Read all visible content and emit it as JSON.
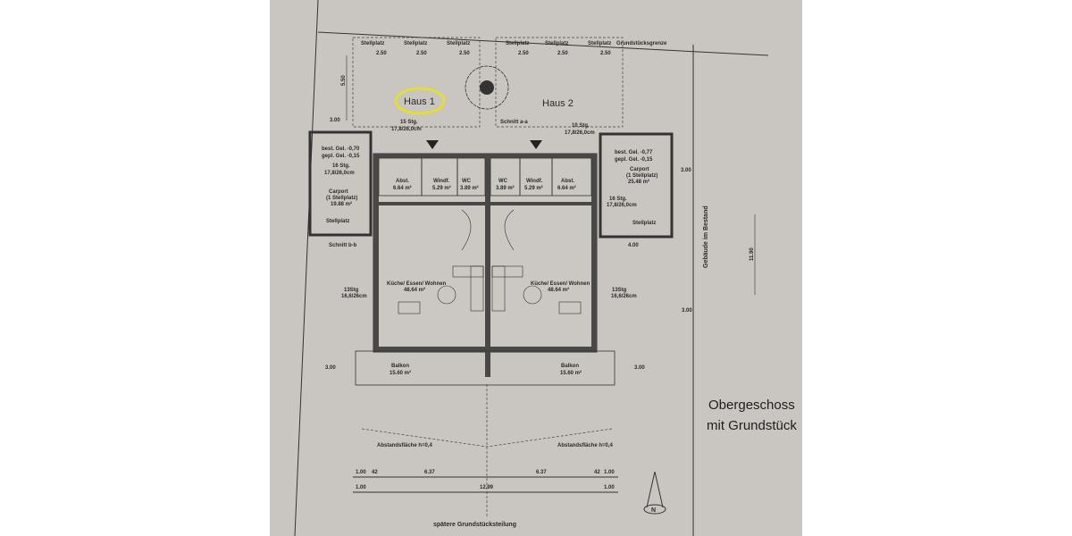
{
  "plan": {
    "title_line1": "Obergeschoss",
    "title_line2": "mit Grundstück",
    "top_parking": [
      {
        "label": "Stellplatz",
        "width": "2.50"
      },
      {
        "label": "Stellplatz",
        "width": "2.50"
      },
      {
        "label": "Stellplatz",
        "width": "2.50"
      },
      {
        "label": "Stellplatz",
        "width": "2.50"
      },
      {
        "label": "Stellplatz",
        "width": "2.50"
      },
      {
        "label": "Stellplatz",
        "width": "2.50"
      }
    ],
    "boundary_label": "Grundstücksgrenze",
    "house1": {
      "name": "Haus 1",
      "stairs_top": "15 Stg.",
      "stairs_top_dim": "17,8/26,0cm",
      "rooms": [
        {
          "name": "Abst.",
          "area": "6.64 m²"
        },
        {
          "name": "Windf.",
          "area": "5.29 m²"
        },
        {
          "name": "WC",
          "area": "3.89 m²"
        },
        {
          "name": "Küche/ Essen/ Wohnen",
          "area": "48.64 m²"
        },
        {
          "name": "Balkon",
          "area": "15.60 m²"
        }
      ],
      "carport": {
        "name": "Carport",
        "sub": "(1 Stellplatz)",
        "area": "19.88 m²",
        "stellplatz": "Stellplatz"
      },
      "levels": {
        "best": "best. Gel. -0,70",
        "gepl": "gepl. Gel. -0,15"
      },
      "stairs_carport": "16 Stg.",
      "stairs_carport_dim": "17,8/26,0cm",
      "stairs_side": "13Stg",
      "stairs_side_dim": "16,6/26cm"
    },
    "house2": {
      "name": "Haus 2",
      "stairs_top": "10 Stg.",
      "stairs_top_dim": "17,8/26,0cm",
      "rooms": [
        {
          "name": "WC",
          "area": "3.89 m²"
        },
        {
          "name": "Windf.",
          "area": "5.29 m²"
        },
        {
          "name": "Abst.",
          "area": "6.64 m²"
        },
        {
          "name": "Küche/ Essen/ Wohnen",
          "area": "48.64 m²"
        },
        {
          "name": "Balkon",
          "area": "15.60 m²"
        }
      ],
      "carport": {
        "name": "Carport",
        "sub": "(1 Stellplatz)",
        "area": "25.48 m²",
        "stellplatz": "Stellplatz"
      },
      "levels": {
        "best": "best. Gel. -0,77",
        "gepl": "gepl. Gel. -0,15"
      },
      "stairs_carport": "16 Stg.",
      "stairs_carport_dim": "17,8/26,0cm",
      "stairs_side": "13Stg",
      "stairs_side_dim": "16,6/26cm"
    },
    "section_aa": "Schnitt a-a",
    "section_bb": "Schnitt b-b",
    "distance_area": "Abstandsfläche h=0,4",
    "existing_building": "Gebäude im Bestand",
    "future_split": "spätere Grundstücksteilung",
    "north": "N",
    "dims": {
      "d100": "1.00",
      "d42": "42",
      "d637": "6.37",
      "total": "12.99",
      "d300": "3.00",
      "d400": "4.00",
      "d550": "5.50",
      "d1190": "11.90"
    },
    "highlight_color": "#e8e21a"
  }
}
